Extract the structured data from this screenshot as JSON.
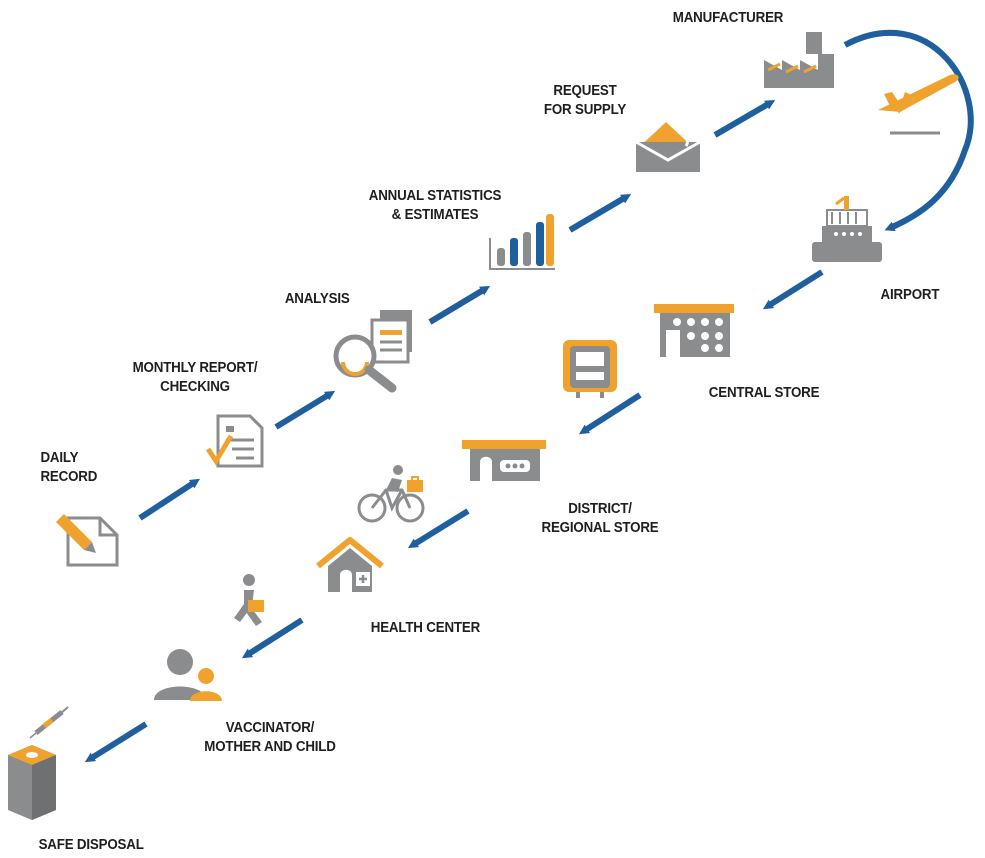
{
  "steps": {
    "daily_record": {
      "line1": "DAILY",
      "line2": "RECORD"
    },
    "monthly_report": {
      "line1": "MONTHLY REPORT/",
      "line2": "CHECKING"
    },
    "analysis": {
      "line1": "ANALYSIS"
    },
    "annual_statistics": {
      "line1": "ANNUAL STATISTICS",
      "line2": "& ESTIMATES"
    },
    "request_supply": {
      "line1": "REQUEST",
      "line2": "FOR SUPPLY"
    },
    "manufacturer": {
      "line1": "MANUFACTURER"
    },
    "airport": {
      "line1": "AIRPORT"
    },
    "central_store": {
      "line1": "CENTRAL STORE"
    },
    "district_store": {
      "line1": "DISTRICT/",
      "line2": "REGIONAL STORE"
    },
    "health_center": {
      "line1": "HEALTH CENTER"
    },
    "vaccinator": {
      "line1": "VACCINATOR/",
      "line2": "MOTHER AND CHILD"
    },
    "safe_disposal": {
      "line1": "SAFE DISPOSAL"
    }
  },
  "colors": {
    "arrow": "#1f5f9e",
    "icon_gray": "#8b8c8e",
    "icon_orange": "#f0a22e",
    "text": "#1e1e1e"
  }
}
